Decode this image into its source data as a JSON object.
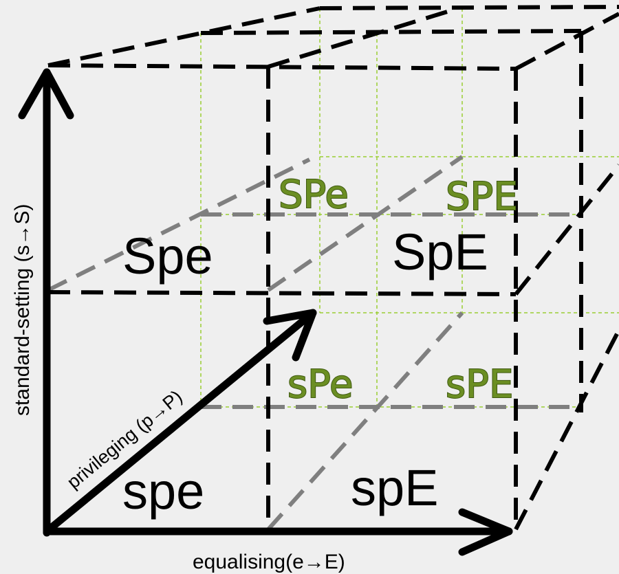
{
  "axes": {
    "x_label": "equalising(e→E)",
    "y_label": "standard-setting (s→S)",
    "z_label": "privileging (p→P)"
  },
  "cells": {
    "front": {
      "spe": "spe",
      "spE": "spE",
      "Spe": "Spe",
      "SpE": "SpE"
    },
    "back": {
      "sPe": "sPe",
      "sPE": "sPE",
      "SPe": "SPe",
      "SPE": "SPE"
    }
  },
  "colors": {
    "background": "#efefef",
    "front_lines": "#000000",
    "mid_lines": "#7f7f7f",
    "back_grid": "#9acd32",
    "back_text": "#6b8e23"
  }
}
